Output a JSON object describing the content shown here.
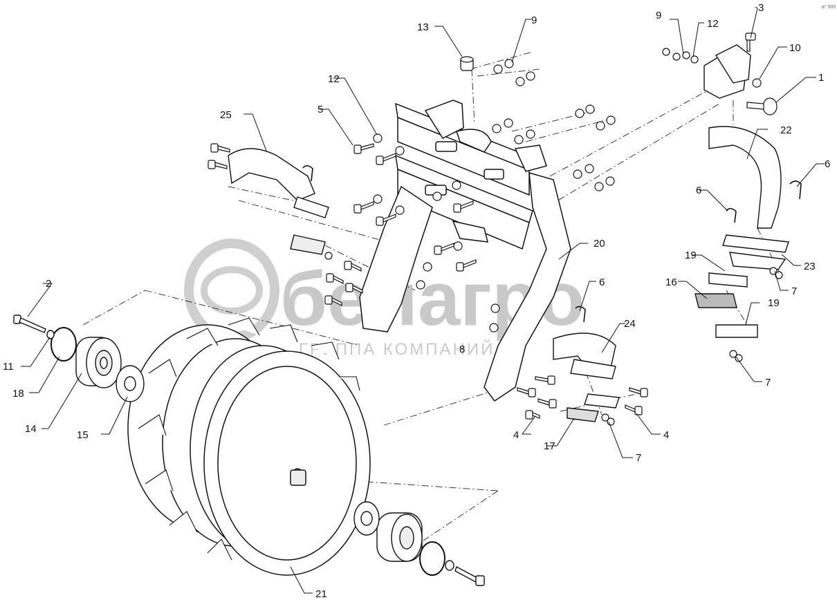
{
  "watermark": {
    "brand": "белагро",
    "tagline": "ГРУППА КОМПАНИЙ",
    "corner_mark": "а⁰ 000"
  },
  "callouts": [
    {
      "id": "c1",
      "text": "1"
    },
    {
      "id": "c2",
      "text": "2"
    },
    {
      "id": "c3",
      "text": "3"
    },
    {
      "id": "c4a",
      "text": "4"
    },
    {
      "id": "c4b",
      "text": "4"
    },
    {
      "id": "c5",
      "text": "5"
    },
    {
      "id": "c6a",
      "text": "6"
    },
    {
      "id": "c6b",
      "text": "6"
    },
    {
      "id": "c6c",
      "text": "6"
    },
    {
      "id": "c7a",
      "text": "7"
    },
    {
      "id": "c7b",
      "text": "7"
    },
    {
      "id": "c7c",
      "text": "7"
    },
    {
      "id": "c8",
      "text": "8"
    },
    {
      "id": "c9a",
      "text": "9"
    },
    {
      "id": "c9b",
      "text": "9"
    },
    {
      "id": "c10",
      "text": "10"
    },
    {
      "id": "c11",
      "text": "11"
    },
    {
      "id": "c12a",
      "text": "12"
    },
    {
      "id": "c12b",
      "text": "12"
    },
    {
      "id": "c13",
      "text": "13"
    },
    {
      "id": "c14",
      "text": "14"
    },
    {
      "id": "c15",
      "text": "15"
    },
    {
      "id": "c16",
      "text": "16"
    },
    {
      "id": "c17",
      "text": "17"
    },
    {
      "id": "c18",
      "text": "18"
    },
    {
      "id": "c19a",
      "text": "19"
    },
    {
      "id": "c19b",
      "text": "19"
    },
    {
      "id": "c20",
      "text": "20"
    },
    {
      "id": "c21",
      "text": "21"
    },
    {
      "id": "c22",
      "text": "22"
    },
    {
      "id": "c23",
      "text": "23"
    },
    {
      "id": "c24",
      "text": "24"
    },
    {
      "id": "c25",
      "text": "25"
    }
  ],
  "colors": {
    "ink": "#111111",
    "watermark": "#c9c9c9",
    "paper": "#ffffff"
  }
}
